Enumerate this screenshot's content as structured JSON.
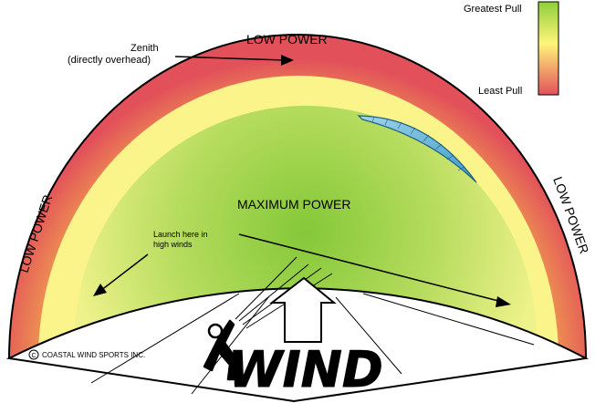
{
  "legend": {
    "top_label": "Greatest Pull",
    "bottom_label": "Least Pull"
  },
  "labels": {
    "top": "LOW POWER",
    "left": "LOW POWER",
    "right": "LOW POWER",
    "center": "MAXIMUM POWER",
    "zenith_line1": "Zenith",
    "zenith_line2": "(directly overhead)",
    "launch_line1": "Launch here in",
    "launch_line2": "high winds",
    "wind": "WIND",
    "copyright": "COASTAL WIND SPORTS INC."
  },
  "colors": {
    "greatest_pull": "#8fcf3a",
    "mid_pull": "#fff57a",
    "least_pull": "#e2515a",
    "outer_ring": "#f0a050",
    "yellow_band": "#fbf48a",
    "ground": "#ffffff",
    "kite": "#6bb6d9"
  }
}
